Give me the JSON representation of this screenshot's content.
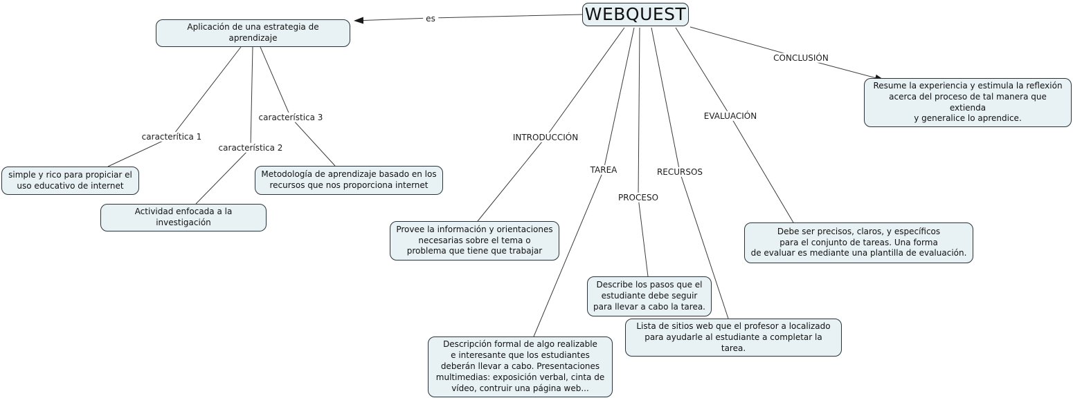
{
  "map_title": "WEBQUEST",
  "colors": {
    "background": "#ffffff",
    "node_fill": "#e8f1f4",
    "node_border": "#28323a",
    "line": "#3a3a3a",
    "text": "#111111"
  },
  "nodes": {
    "webquest": {
      "label": "WEBQUEST"
    },
    "aplicacion": {
      "label": "Aplicación de una estrategia de aprendizaje"
    },
    "simple": {
      "label": "simple y rico para propiciar el\nuso educativo de internet"
    },
    "actividad": {
      "label": "Actividad enfocada a la investigación"
    },
    "metodologia": {
      "label": "Metodología de aprendizaje basado en los\nrecursos que nos proporciona internet"
    },
    "provee": {
      "label": "Provee la información y orientaciones\nnecesarias sobre el tema o\nproblema que tiene que trabajar"
    },
    "descripcion": {
      "label": "Descripción formal de algo realizable\ne interesante que los estudiantes\ndeberán llevar a cabo. Presentaciones\nmultimedias: exposición verbal, cinta de\nvídeo, contruir una página web..."
    },
    "describe": {
      "label": "Describe los pasos que el\nestudiante debe seguir\npara llevar a cabo la tarea."
    },
    "lista": {
      "label": "Lista de sitios web que el profesor a localizado\npara ayudarle al estudiante a completar la tarea."
    },
    "debe": {
      "label": "Debe ser precisos, claros, y específicos\npara el conjunto de tareas. Una forma\nde evaluar es mediante una plantilla de evaluación."
    },
    "resume": {
      "label": "Resume la experiencia y estimula la reflexión\nacerca del proceso de tal manera que extienda\ny generalice lo aprendice."
    }
  },
  "link_labels": {
    "es": "es",
    "caracteristica1": "caracterítica 1",
    "caracteristica2": "característica 2",
    "caracteristica3": "característica 3",
    "introduccion": "INTRODUCCIÓN",
    "tarea": "TAREA",
    "proceso": "PROCESO",
    "recursos": "RECURSOS",
    "evaluacion": "EVALUACIÓN",
    "conclusion": "CONCLUSIÓN"
  }
}
